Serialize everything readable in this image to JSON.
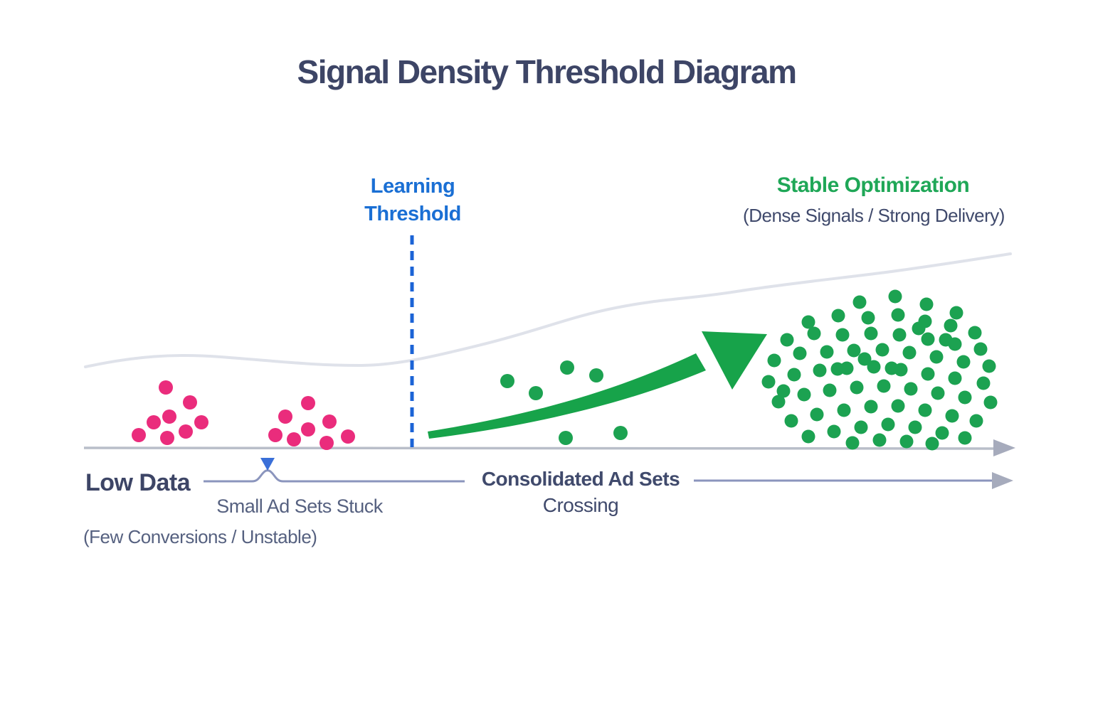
{
  "title": "Signal Density Threshold Diagram",
  "learning_threshold": {
    "line1": "Learning",
    "line2": "Threshold"
  },
  "stable_optimization": {
    "title": "Stable Optimization",
    "subtitle": "(Dense Signals / Strong Delivery)"
  },
  "axis_labels": {
    "low_data": "Low Data",
    "low_data_sub": "(Few Conversions / Unstable)",
    "small_ad_sets": "Small Ad Sets Stuck",
    "consolidated": "Consolidated Ad Sets",
    "crossing": "Crossing"
  },
  "colors": {
    "navy": "#3d4566",
    "navy2": "#404a6c",
    "slate": "#566180",
    "blue": "#1a6fd4",
    "blue_dash": "#1b63d6",
    "pointer_blue": "#3a6fd8",
    "green": "#1fa757",
    "green_dot": "#1ca251",
    "green_arrow": "#17a34a",
    "pink": "#ea2c7c",
    "wave": "#dfe2ea",
    "axis": "#b9bec9",
    "axis_arrow": "#a6abbc",
    "range_line": "#8b95bd"
  },
  "dots": {
    "pink_radius": 10,
    "green_sparse_radius": 10,
    "green_dense_radius": 9.5,
    "pink_cluster_left": [
      [
        233,
        545
      ],
      [
        267,
        566
      ],
      [
        238,
        586
      ],
      [
        216,
        594
      ],
      [
        283,
        594
      ],
      [
        195,
        612
      ],
      [
        261,
        607
      ],
      [
        235,
        616
      ]
    ],
    "pink_cluster_right": [
      [
        433,
        567
      ],
      [
        401,
        586
      ],
      [
        463,
        593
      ],
      [
        433,
        604
      ],
      [
        387,
        612
      ],
      [
        413,
        618
      ],
      [
        489,
        614
      ],
      [
        459,
        623
      ]
    ],
    "green_sparse": [
      [
        713,
        536
      ],
      [
        753,
        553
      ],
      [
        797,
        517
      ],
      [
        838,
        528
      ],
      [
        795,
        616
      ],
      [
        872,
        609
      ]
    ],
    "green_dense": [
      [
        1208,
        425
      ],
      [
        1258,
        417
      ],
      [
        1302,
        428
      ],
      [
        1344,
        440
      ],
      [
        1136,
        453
      ],
      [
        1178,
        444
      ],
      [
        1220,
        447
      ],
      [
        1262,
        443
      ],
      [
        1300,
        452
      ],
      [
        1336,
        458
      ],
      [
        1370,
        468
      ],
      [
        1106,
        478
      ],
      [
        1144,
        469
      ],
      [
        1184,
        471
      ],
      [
        1224,
        469
      ],
      [
        1264,
        471
      ],
      [
        1304,
        477
      ],
      [
        1342,
        484
      ],
      [
        1378,
        491
      ],
      [
        1088,
        507
      ],
      [
        1124,
        497
      ],
      [
        1162,
        495
      ],
      [
        1200,
        493
      ],
      [
        1240,
        492
      ],
      [
        1278,
        496
      ],
      [
        1316,
        502
      ],
      [
        1354,
        509
      ],
      [
        1390,
        515
      ],
      [
        1080,
        537
      ],
      [
        1116,
        527
      ],
      [
        1152,
        521
      ],
      [
        1190,
        518
      ],
      [
        1228,
        516
      ],
      [
        1266,
        520
      ],
      [
        1304,
        526
      ],
      [
        1342,
        532
      ],
      [
        1382,
        539
      ],
      [
        1094,
        565
      ],
      [
        1130,
        555
      ],
      [
        1166,
        549
      ],
      [
        1204,
        545
      ],
      [
        1242,
        543
      ],
      [
        1280,
        547
      ],
      [
        1318,
        553
      ],
      [
        1356,
        559
      ],
      [
        1392,
        566
      ],
      [
        1112,
        592
      ],
      [
        1148,
        583
      ],
      [
        1186,
        577
      ],
      [
        1224,
        572
      ],
      [
        1262,
        571
      ],
      [
        1300,
        577
      ],
      [
        1338,
        585
      ],
      [
        1372,
        592
      ],
      [
        1136,
        614
      ],
      [
        1172,
        607
      ],
      [
        1210,
        601
      ],
      [
        1248,
        597
      ],
      [
        1286,
        601
      ],
      [
        1324,
        609
      ],
      [
        1356,
        616
      ],
      [
        1198,
        623
      ],
      [
        1236,
        619
      ],
      [
        1274,
        621
      ],
      [
        1310,
        624
      ],
      [
        1215,
        505
      ],
      [
        1253,
        518
      ],
      [
        1291,
        462
      ],
      [
        1177,
        519
      ],
      [
        1329,
        478
      ],
      [
        1101,
        550
      ]
    ]
  }
}
